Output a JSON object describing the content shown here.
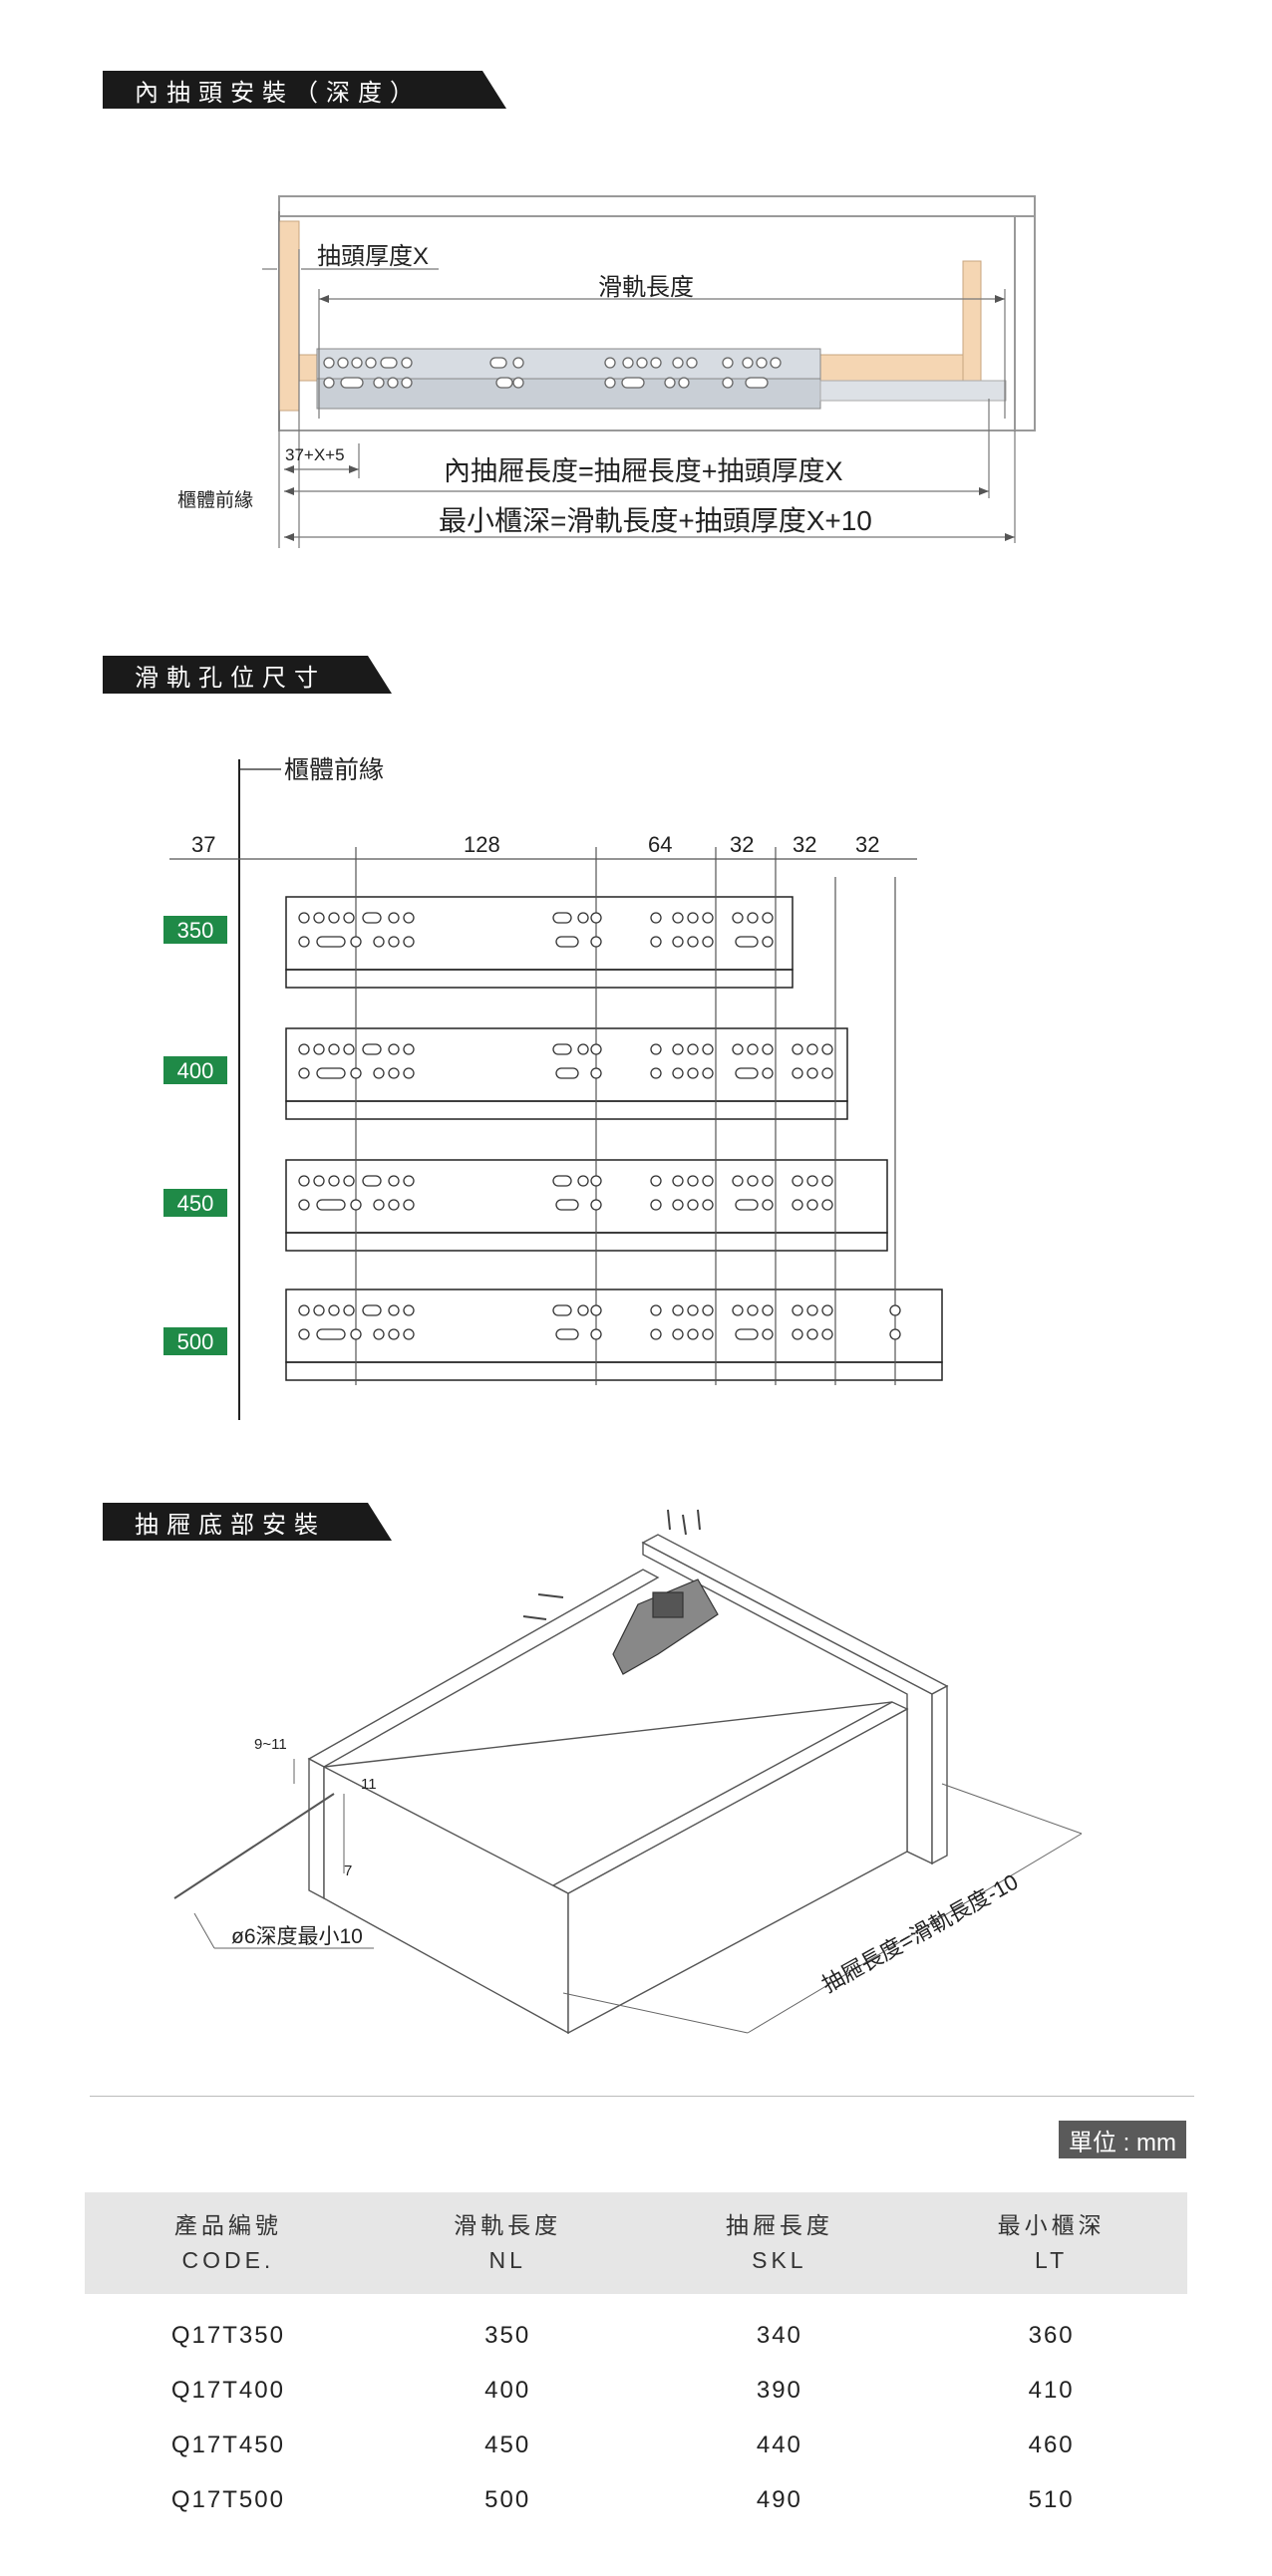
{
  "sections": {
    "install": "內抽頭安裝（深度）",
    "holes": "滑軌孔位尺寸",
    "bottom": "抽屜底部安裝"
  },
  "install_diagram": {
    "front_thickness": "抽頭厚度X",
    "slide_length": "滑軌長度",
    "offset": "37+X+5",
    "cabinet_front_edge": "櫃體前緣",
    "inner_drawer_formula": "內抽屜長度=抽屜長度+抽頭厚度X",
    "min_depth_formula": "最小櫃深=滑軌長度+抽頭厚度X+10"
  },
  "hole_diagram": {
    "cabinet_front_edge": "櫃體前緣",
    "dims": [
      "37",
      "128",
      "64",
      "32",
      "32",
      "32"
    ],
    "sizes": [
      "350",
      "400",
      "450",
      "500"
    ]
  },
  "bottom_diagram": {
    "depth_range": "9~11",
    "dim_11": "11",
    "dim_7": "7",
    "drill": "ø6深度最小10",
    "drawer_formula": "抽屜長度=滑軌長度-10"
  },
  "unit_badge": "單位 : mm",
  "table": {
    "headers": [
      {
        "zh": "產品編號",
        "en": "CODE."
      },
      {
        "zh": "滑軌長度",
        "en": "NL"
      },
      {
        "zh": "抽屜長度",
        "en": "SKL"
      },
      {
        "zh": "最小櫃深",
        "en": "LT"
      }
    ],
    "rows": [
      [
        "Q17T350",
        "350",
        "340",
        "360"
      ],
      [
        "Q17T400",
        "400",
        "390",
        "410"
      ],
      [
        "Q17T450",
        "450",
        "440",
        "460"
      ],
      [
        "Q17T500",
        "500",
        "490",
        "510"
      ]
    ]
  },
  "colors": {
    "wood": "#f5d6b3",
    "rail": "#c9cfd6",
    "badge_green": "#1f8a47",
    "title_bar": "#1a1a1a"
  }
}
